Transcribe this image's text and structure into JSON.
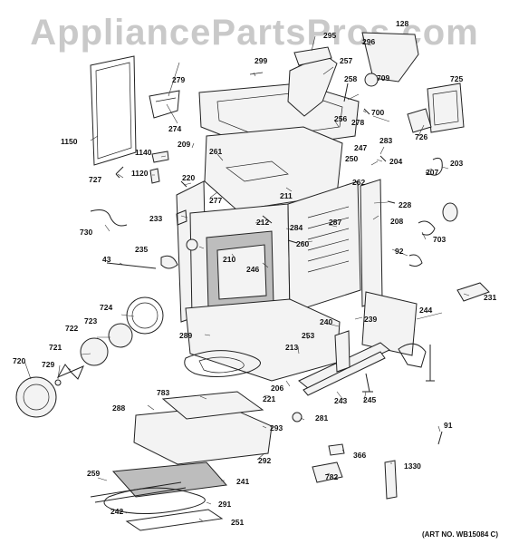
{
  "watermark": "AppliancePartsPros.com",
  "art_number": "(ART NO. WB15084 C)",
  "parts": [
    "128",
    "295",
    "296",
    "299",
    "257",
    "258",
    "709",
    "700",
    "725",
    "279",
    "274",
    "256",
    "278",
    "283",
    "204",
    "726",
    "1150",
    "1140",
    "209",
    "261",
    "247",
    "250",
    "203",
    "207",
    "727",
    "1120",
    "220",
    "262",
    "211",
    "228",
    "277",
    "284",
    "212",
    "208",
    "233",
    "287",
    "730",
    "703",
    "260",
    "235",
    "92",
    "246",
    "210",
    "43",
    "244",
    "231",
    "724",
    "239",
    "240",
    "723",
    "253",
    "722",
    "289",
    "213",
    "721",
    "720",
    "729",
    "206",
    "243",
    "245",
    "221",
    "783",
    "288",
    "281",
    "91",
    "293",
    "292",
    "366",
    "1330",
    "782",
    "241",
    "259",
    "242",
    "291",
    "251"
  ],
  "colors": {
    "watermark": "#c9c9c9",
    "lines": "#222222"
  }
}
